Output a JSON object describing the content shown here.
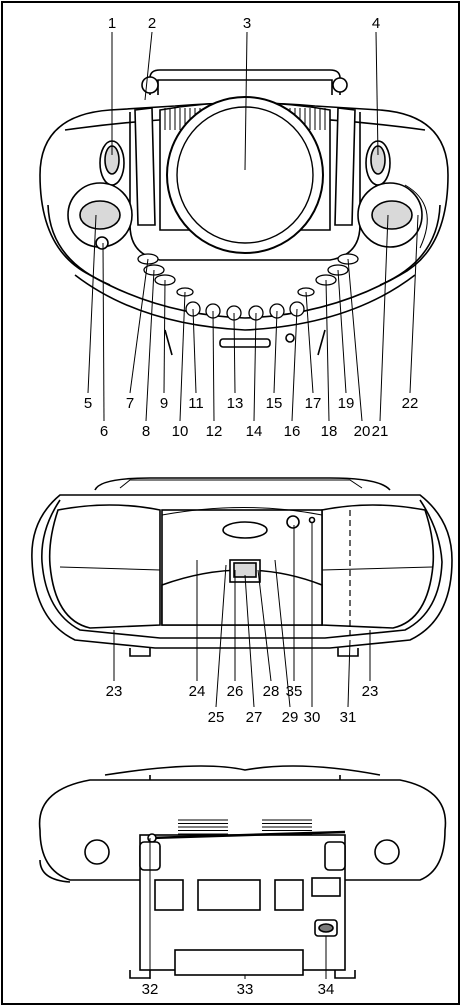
{
  "labels": {
    "top": [
      "1",
      "2",
      "3",
      "4",
      "5",
      "6",
      "7",
      "8",
      "9",
      "10",
      "11",
      "12",
      "13",
      "14",
      "15",
      "16",
      "17",
      "18",
      "19",
      "20",
      "21",
      "22"
    ],
    "front": [
      "23",
      "24",
      "25",
      "26",
      "27",
      "28",
      "29",
      "35",
      "30",
      "31",
      "23"
    ],
    "back": [
      "32",
      "33",
      "34"
    ]
  },
  "colors": {
    "stroke": "#000000",
    "shade": "#d9d9d9",
    "dark": "#7a7a7a",
    "background": "#ffffff"
  }
}
